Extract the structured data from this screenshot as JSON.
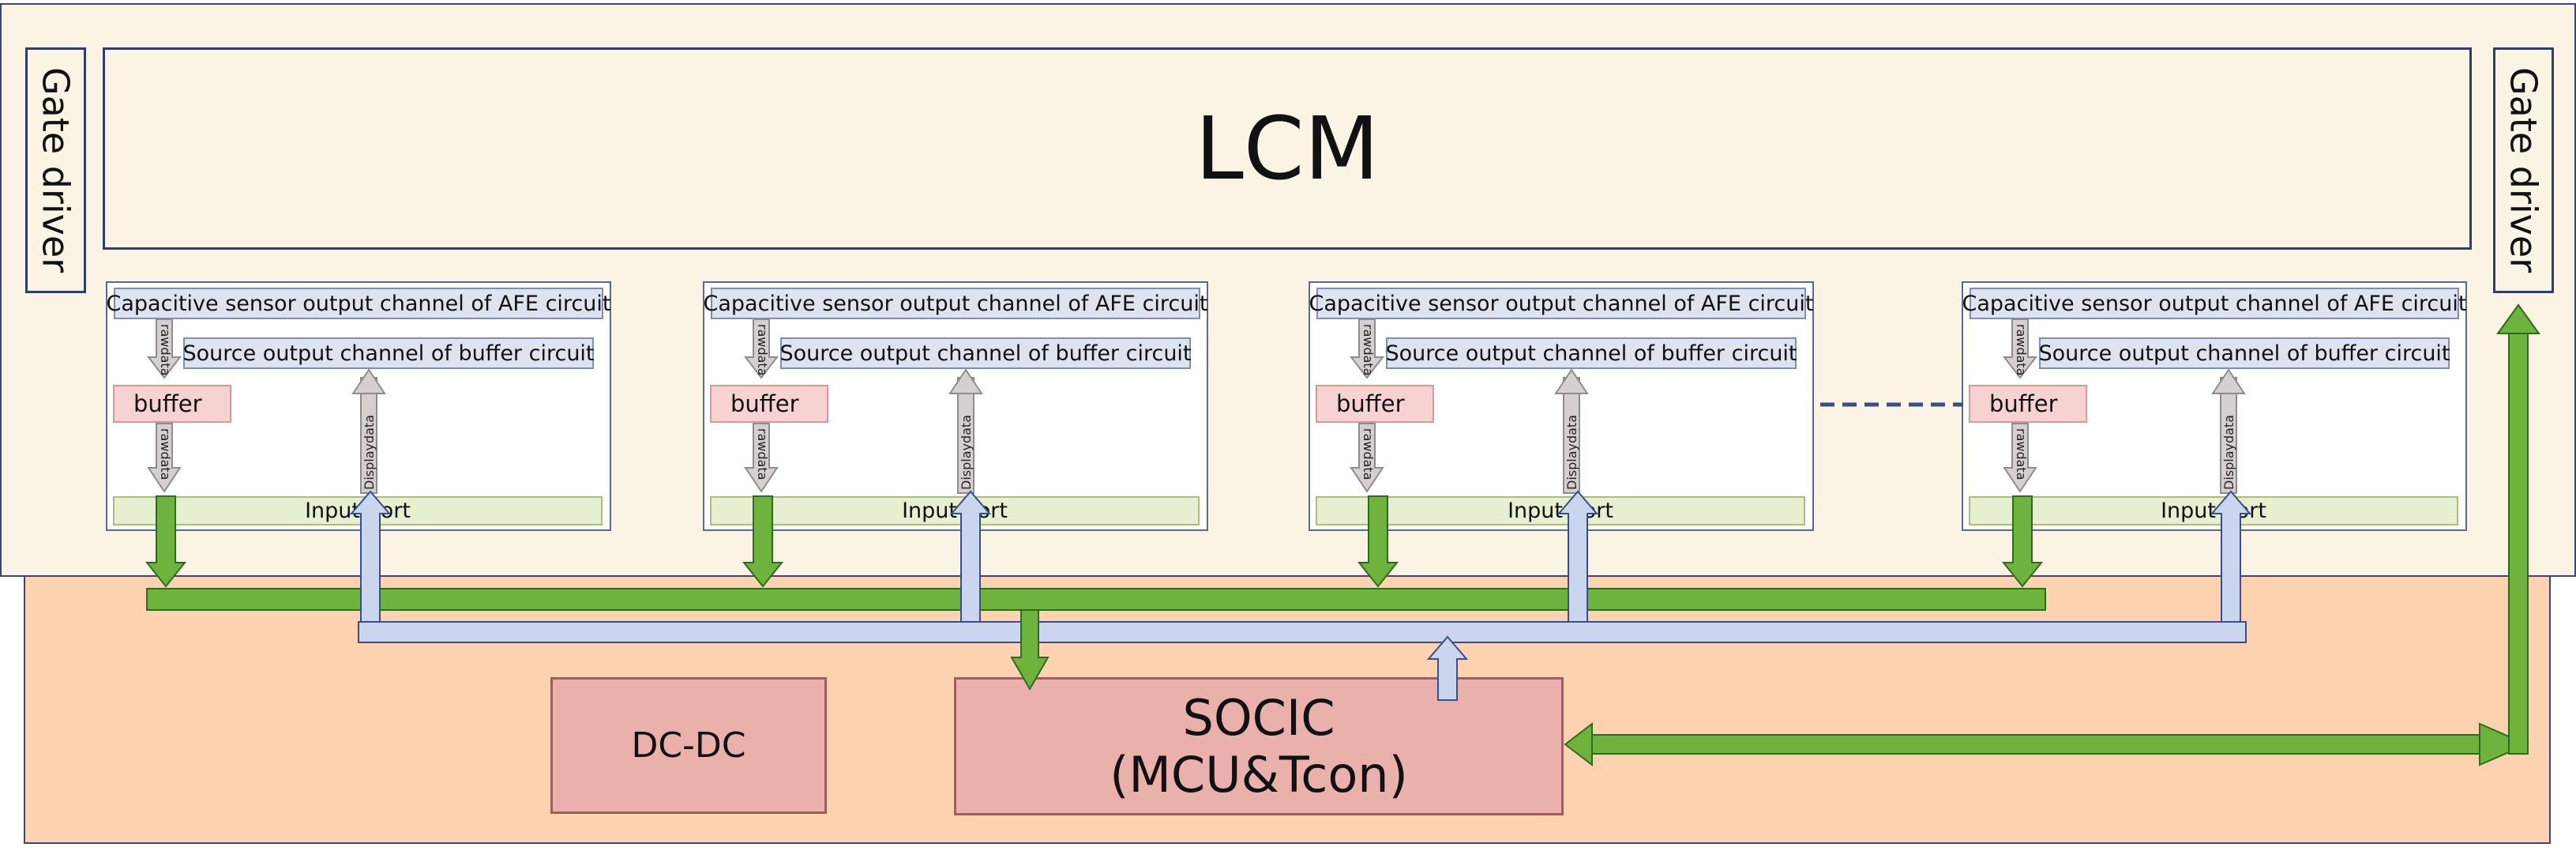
{
  "lcm_title": "LCM",
  "gate_driver_left": "Gate driver",
  "gate_driver_right": "Gate driver",
  "modules": [
    {
      "afe_label": "Capacitive sensor output channel of AFE circuit",
      "source_label": "Source output channel of buffer circuit",
      "buffer_label": "buffer",
      "input_port_label": "Input port",
      "rawdata_label": "rawdata",
      "displaydata_label": "Displaydata"
    },
    {
      "afe_label": "Capacitive sensor output channel of AFE circuit",
      "source_label": "Source output channel of buffer circuit",
      "buffer_label": "buffer",
      "input_port_label": "Input port",
      "rawdata_label": "rawdata",
      "displaydata_label": "Displaydata"
    },
    {
      "afe_label": "Capacitive sensor output channel of AFE circuit",
      "source_label": "Source output channel of buffer circuit",
      "buffer_label": "buffer",
      "input_port_label": "Input port",
      "rawdata_label": "rawdata",
      "displaydata_label": "Displaydata"
    },
    {
      "afe_label": "Capacitive sensor output channel of AFE circuit",
      "source_label": "Source output channel of buffer circuit",
      "buffer_label": "buffer",
      "input_port_label": "Input port",
      "rawdata_label": "rawdata",
      "displaydata_label": "Displaydata"
    }
  ],
  "dcdc_label": "DC-DC",
  "socic_line1": "SOCIC",
  "socic_line2": "(MCU&Tcon)",
  "colors": {
    "panel_fill": "#fbf3e3",
    "pcb_fill": "#fcd2b0",
    "box_border": "#2e3d6b",
    "green_bus": "#6fb33f",
    "blue_bus": "#c9d6ee",
    "socic_fill": "#eab0ac",
    "buffer_fill": "#f6d2d2",
    "input_port_fill": "#e6efd0",
    "label_fill": "#dde4ef"
  }
}
